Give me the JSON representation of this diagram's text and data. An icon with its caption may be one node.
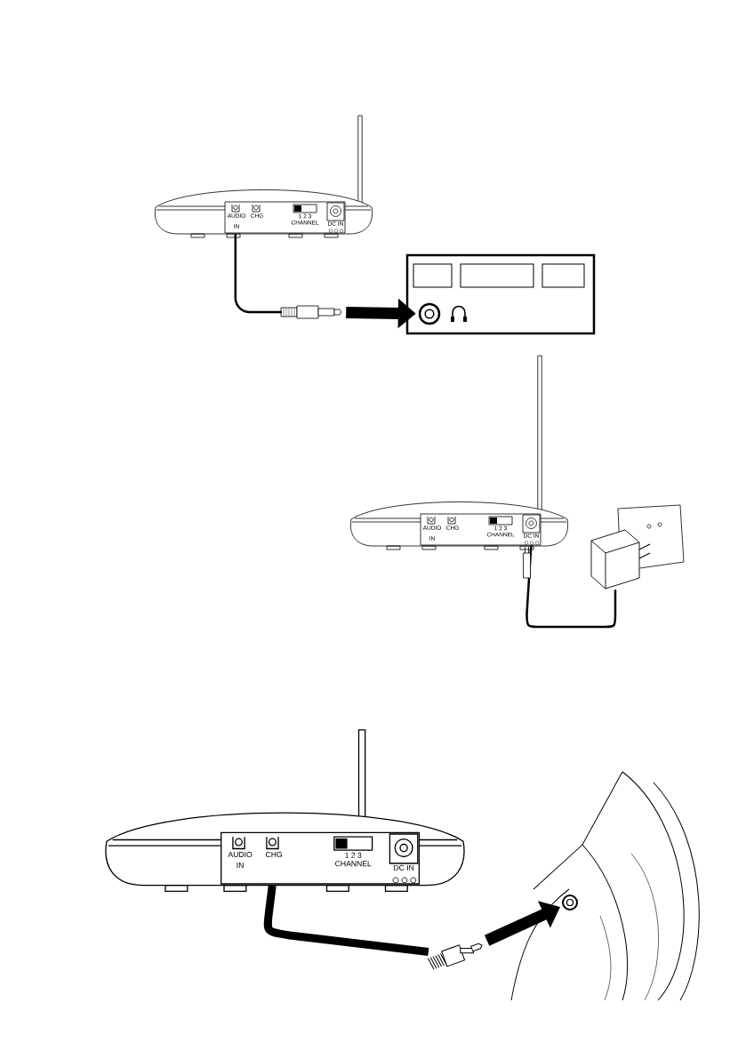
{
  "diagram": {
    "nodes": [
      {
        "text": [
          "AUDIO IN",
          "CHG",
          "1 2 3",
          "CHANNEL",
          "DC IN"
        ]
      },
      {
        "text": [],
        "shape": "picture"
      },
      {
        "text": [],
        "shape": "circle"
      },
      {
        "text": [
          "AUDIO IN",
          "CHG",
          "1 2 3",
          "CHANNEL",
          "DC IN"
        ]
      },
      {
        "text": [],
        "shape": "picture"
      },
      {
        "text": [
          "AUDIO IN",
          "CHG",
          "1 2 3",
          "CHANNEL",
          "DC IN"
        ]
      },
      {
        "text": [],
        "shape": "picture"
      },
      {
        "text": [],
        "shape": "circle"
      }
    ],
    "edges": [
      {
        "from": 0,
        "to": 1,
        "arrow": "none"
      },
      {
        "from": 1,
        "to": 2,
        "arrow": "to"
      },
      {
        "from": 3,
        "to": 4,
        "arrow": "none"
      },
      {
        "from": 5,
        "to": 6,
        "arrow": "none"
      },
      {
        "from": 6,
        "to": 7,
        "arrow": "to"
      }
    ]
  }
}
